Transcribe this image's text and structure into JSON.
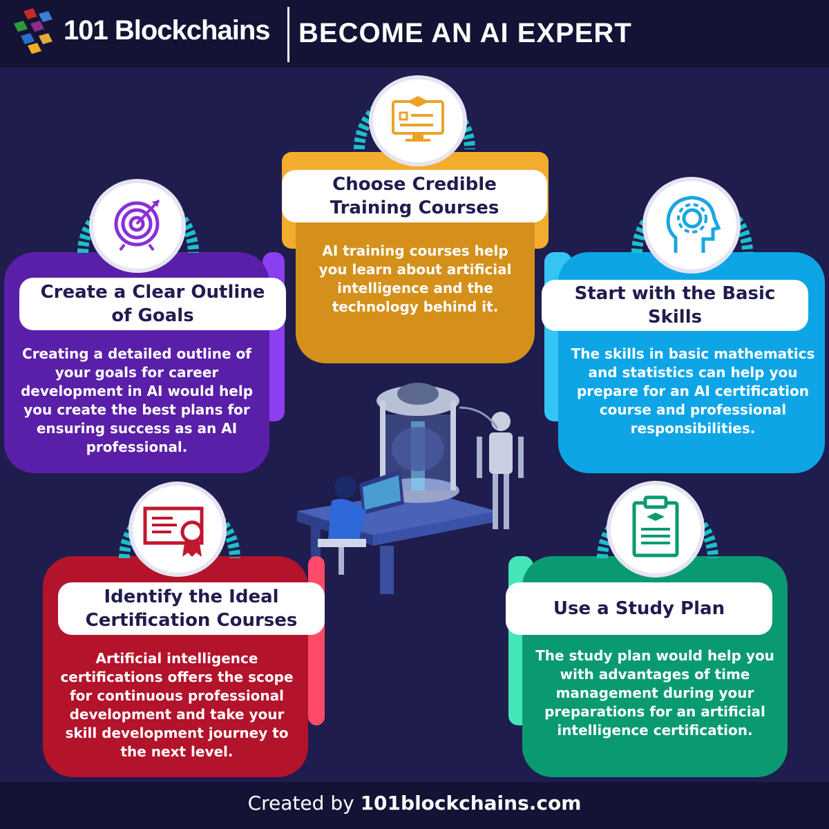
{
  "header": {
    "brand": "101 Blockchains",
    "title": "BECOME AN AI EXPERT"
  },
  "cards": [
    {
      "title": "Choose Credible Training Courses",
      "description": "AI training courses help you learn about artificial intelligence and the technology behind it.",
      "icon": "training-monitor-icon",
      "color": "#d4901a"
    },
    {
      "title": "Create a Clear Outline of Goals",
      "description": "Creating a detailed outline of your goals for career development in AI would help you create the best plans for ensuring success as an AI professional.",
      "icon": "target-icon",
      "color": "#5a1fa8"
    },
    {
      "title": "Start with the Basic Skills",
      "description": "The skills in basic mathematics and statistics can help you prepare for an AI certification course and professional responsibilities.",
      "icon": "head-gear-icon",
      "color": "#0ea5e6"
    },
    {
      "title": "Identify the Ideal Certification Courses",
      "description": "Artificial intelligence certifications offers the scope for continuous professional development and take your skill development journey to the next level.",
      "icon": "certificate-icon",
      "color": "#b3132b"
    },
    {
      "title": "Use a Study Plan",
      "description": "The study plan would help you with advantages of time management during your preparations for an artificial intelligence certification.",
      "icon": "clipboard-plan-icon",
      "color": "#0a9a72"
    }
  ],
  "footer": {
    "prefix": "Created by ",
    "site": "101blockchains.com"
  }
}
